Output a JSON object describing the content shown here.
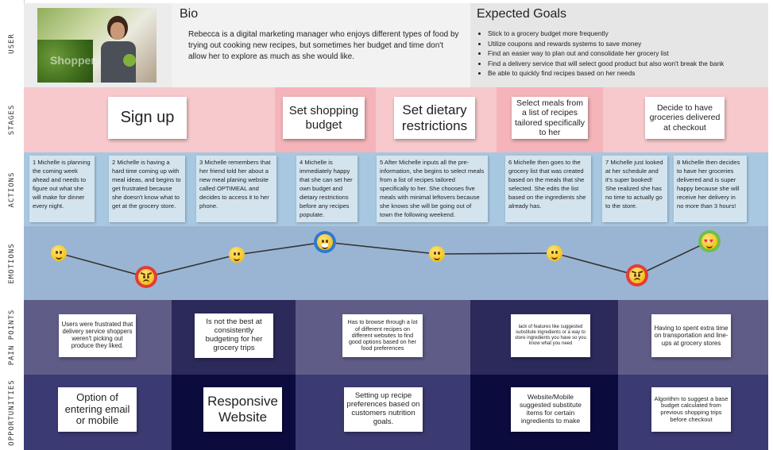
{
  "row_labels": {
    "user": "USER",
    "stages": "STAGES",
    "actions": "ACTIONS",
    "emotions": "EMOTIONS",
    "pain_points": "PAIN POINTS",
    "opportunities": "OPPORTUNITIES"
  },
  "colors": {
    "user_bg": "#e8e8e8",
    "stages_bg": "#f7c9cc",
    "stages_column_bg": "#f4b4b9",
    "actions_bg": "#a7c8e0",
    "emotions_bg": "#9ab5d3",
    "pain_bg_light": "#5f5d87",
    "pain_bg_dark": "#2c2a5a",
    "opp_bg_light": "#3b3a72",
    "opp_bg_dark": "#0c0b3e"
  },
  "persona": {
    "photo_icon": "woman-shopping-photo",
    "photo_caption": "Shopper"
  },
  "bio": {
    "title": "Bio",
    "text": "Rebecca is a digital marketing manager who enjoys different types of food by trying out cooking new recipes, but sometimes her budget and time don't allow her to explore as much as she would like."
  },
  "goals": {
    "title": "Expected Goals",
    "items": [
      "Stick to a grocery budget more frequently",
      "Utilize coupons and rewards systems to save money",
      "Find an easier way to plan out and consolidate her grocery list",
      "Find a delivery service that will select good product but also won't break the bank",
      "Be able to quickly find recipes based on her needs"
    ]
  },
  "stages": [
    "Sign up",
    "Set shopping budget",
    "Set dietary restrictions",
    "Select meals from a list of recipes tailored specifically to her",
    "Decide to have groceries delivered at checkout"
  ],
  "actions": [
    "1 Michelle is planning the coming week ahead and needs to figure out what she will make for dinner every night.",
    "2 Michelle is having a hard time coming up with meal ideas, and begins to get frustrated because she doesn't know what to get at the grocery store.",
    "3 Michelle remembers that her friend told her about a new meal planing website called OPTIMEAL and decides to access it to her phone.",
    "4 Michelle is immediately happy that she can set her own budget and dietary restrictions before any recipes populate.",
    "5 After Michelle inputs all the pre-information, she begins to select meals from a list of recipes tailored specifically to her. She chooses five meals with minimal leftovers because she knows she will be going out of town the following weekend.",
    "6 Michelle then goes to the grocery list that was created based on the meals that she selected. She edits the list based on the ingredients she already has.",
    "7 Michelle just looked at her schedule and it's super booked! She realized she has no time to actually go to the store.",
    "8 Michelle then decides to have her groceries delivered and is super happy because she will receive her delivery in no more than 3 hours!"
  ],
  "emotions": [
    {
      "mood": "happy",
      "icon": "smiling-face-icon"
    },
    {
      "mood": "angry",
      "icon": "angry-face-icon"
    },
    {
      "mood": "happy",
      "icon": "smiling-face-icon"
    },
    {
      "mood": "very happy",
      "icon": "grinning-face-icon"
    },
    {
      "mood": "happy",
      "icon": "smiling-face-icon"
    },
    {
      "mood": "happy",
      "icon": "smiling-face-icon"
    },
    {
      "mood": "angry",
      "icon": "angry-face-icon"
    },
    {
      "mood": "love",
      "icon": "heart-eyes-face-icon"
    }
  ],
  "pain_points": [
    "Users were frustrated that delivery service shoppers weren't picking out produce they liked.",
    "Is not the best at consistently budgeting for her grocery trips",
    "Has to browse through a lot of different recipes on different websites to find good options based on her food preferences",
    "lack of features like suggested substitute ingredients or a way to store ingredients you have so you know what you need",
    "Having to spent extra time on transportation and line-ups at grocery stores"
  ],
  "opportunities": [
    "Option of entering email or mobile",
    "Responsive Website",
    "Setting up recipe preferences based on customers nutrition goals.",
    "Website/Mobile suggested substitute items for certain ingredients to make",
    "Algorithm to suggest a base budget calculated from previous shopping trips before checkout"
  ]
}
